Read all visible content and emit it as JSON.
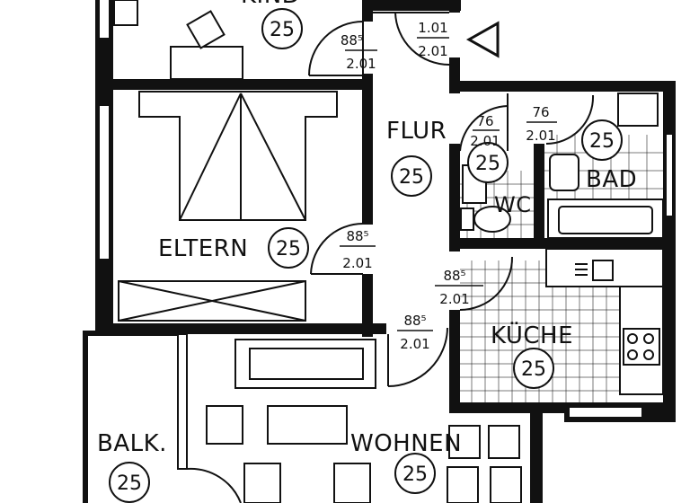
{
  "rooms": {
    "kind": {
      "label": "KIND",
      "area": "25"
    },
    "eltern": {
      "label": "ELTERN",
      "area": "25"
    },
    "flur": {
      "label": "FLUR",
      "area": "25"
    },
    "wc": {
      "label": "WC",
      "area": "25"
    },
    "bad": {
      "label": "BAD",
      "area": "25"
    },
    "kueche": {
      "label": "KÜCHE",
      "area": "25"
    },
    "wohnen": {
      "label": "WOHNEN",
      "area": "25"
    },
    "balkon": {
      "label": "BALK.",
      "area": "25"
    }
  },
  "doors": {
    "kind": {
      "width": "88⁵",
      "height": "2.01"
    },
    "entrance": {
      "width": "1.01",
      "height": "2.01"
    },
    "wc": {
      "width": "76",
      "height": "2.01"
    },
    "bad": {
      "width": "76",
      "height": "2.01"
    },
    "eltern": {
      "width": "88⁵",
      "height": "2.01"
    },
    "kueche": {
      "width": "88⁵",
      "height": "2.01"
    },
    "wohnen": {
      "width": "88⁵",
      "height": "2.01"
    }
  },
  "icons": {
    "entrance": "entrance-triangle-icon",
    "stove": "stove-icon",
    "sink": "kitchen-sink-icon",
    "toilet": "toilet-icon",
    "bathtub": "bathtub-icon"
  },
  "colors": {
    "line": "#111111",
    "paper": "#ffffff"
  }
}
